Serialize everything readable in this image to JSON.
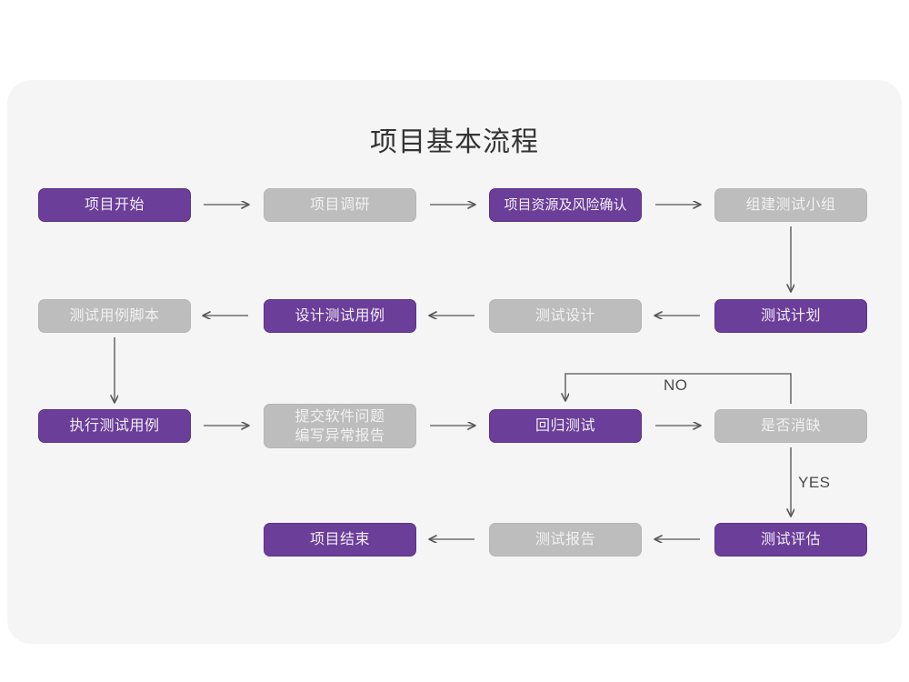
{
  "page": {
    "background": "#ffffff",
    "card_background": "#f5f5f5",
    "purple": "#6B3E99",
    "gray": "#bdbdbd",
    "line_color": "#6e6e6e"
  },
  "title": "项目基本流程",
  "nodes": [
    {
      "id": "n1",
      "label": "项目开始",
      "style": "purple"
    },
    {
      "id": "n2",
      "label": "项目调研",
      "style": "gray"
    },
    {
      "id": "n3",
      "label": "项目资源及风险确认",
      "style": "purple"
    },
    {
      "id": "n4",
      "label": "组建测试小组",
      "style": "gray"
    },
    {
      "id": "n5",
      "label": "测试用例脚本",
      "style": "gray"
    },
    {
      "id": "n6",
      "label": "设计测试用例",
      "style": "purple"
    },
    {
      "id": "n7",
      "label": "测试设计",
      "style": "gray"
    },
    {
      "id": "n8",
      "label": "测试计划",
      "style": "purple"
    },
    {
      "id": "n9",
      "label": "执行测试用例",
      "style": "purple"
    },
    {
      "id": "n10",
      "label": "提交软件问题\n编写异常报告",
      "style": "gray"
    },
    {
      "id": "n11",
      "label": "回归测试",
      "style": "purple"
    },
    {
      "id": "n12",
      "label": "是否消缺",
      "style": "gray"
    },
    {
      "id": "n13",
      "label": "项目结束",
      "style": "purple"
    },
    {
      "id": "n14",
      "label": "测试报告",
      "style": "gray"
    },
    {
      "id": "n15",
      "label": "测试评估",
      "style": "purple"
    }
  ],
  "edge_labels": {
    "no": "NO",
    "yes": "YES"
  }
}
